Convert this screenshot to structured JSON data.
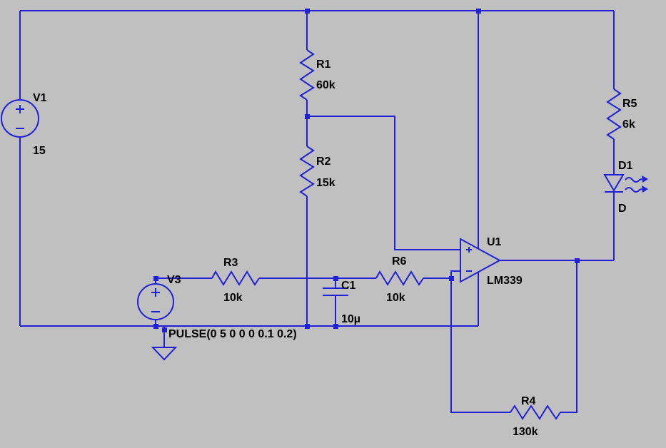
{
  "schematic": {
    "background_color": "#c0c0c0",
    "wire_color": "#2020d8",
    "text_color": "#000000",
    "components": {
      "v1": {
        "designator": "V1",
        "value": "15"
      },
      "v3": {
        "designator": "V3",
        "value": "PULSE(0 5 0 0 0 0.1 0.2)"
      },
      "r1": {
        "designator": "R1",
        "value": "60k"
      },
      "r2": {
        "designator": "R2",
        "value": "15k"
      },
      "r3": {
        "designator": "R3",
        "value": "10k"
      },
      "r4": {
        "designator": "R4",
        "value": "130k"
      },
      "r5": {
        "designator": "R5",
        "value": "6k"
      },
      "r6": {
        "designator": "R6",
        "value": "10k"
      },
      "c1": {
        "designator": "C1",
        "value": "10µ"
      },
      "u1": {
        "designator": "U1",
        "value": "LM339"
      },
      "d1": {
        "designator": "D1",
        "value": "D"
      }
    }
  }
}
